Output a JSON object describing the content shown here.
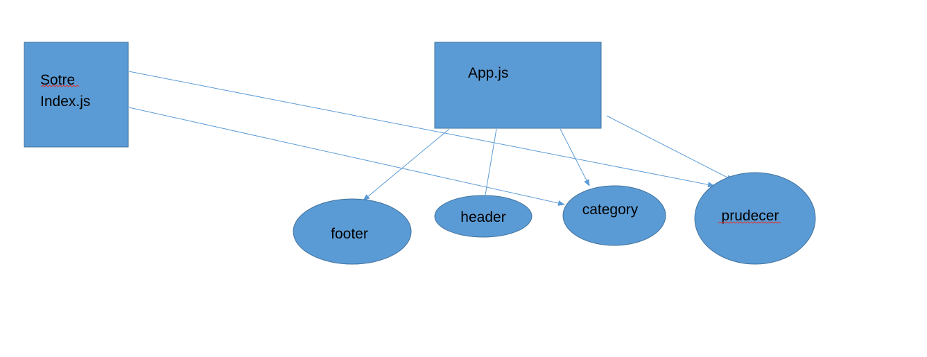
{
  "colors": {
    "fill": "#5b9bd5",
    "stroke": "#41719c",
    "connector": "#5b9bd5",
    "text": "#000000",
    "spellcheck": "#e0312b"
  },
  "nodes": {
    "store_index": {
      "shape": "rectangle",
      "line1": "Sotre",
      "line2": "Index.js"
    },
    "app": {
      "shape": "rectangle",
      "label": "App.js"
    },
    "footer": {
      "shape": "ellipse",
      "label": "footer"
    },
    "header": {
      "shape": "ellipse",
      "label": "header"
    },
    "category": {
      "shape": "ellipse",
      "label": "category"
    },
    "prudecer": {
      "shape": "ellipse",
      "label": "prudecer"
    }
  },
  "connections": [
    {
      "from": "store_index",
      "to": "prudecer",
      "arrow": true
    },
    {
      "from": "store_index",
      "to": "category",
      "arrow": true
    },
    {
      "from": "app",
      "to": "footer",
      "arrow": true
    },
    {
      "from": "app",
      "to": "header",
      "arrow": false
    },
    {
      "from": "app",
      "to": "category",
      "arrow": true
    },
    {
      "from": "app",
      "to": "prudecer",
      "arrow": true
    }
  ]
}
